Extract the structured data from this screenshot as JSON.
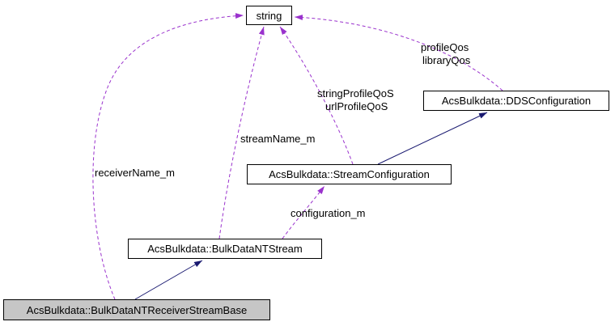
{
  "diagram": {
    "type": "collaboration-graph",
    "nodes": {
      "string_class": {
        "label": "string"
      },
      "dds_configuration": {
        "label": "AcsBulkdata::DDSConfiguration"
      },
      "stream_configuration": {
        "label": "AcsBulkdata::StreamConfiguration"
      },
      "bulk_data_nt_stream": {
        "label": "AcsBulkdata::BulkDataNTStream"
      },
      "bulk_data_nt_receiver_stream_base": {
        "label": "AcsBulkdata::BulkDataNTReceiverStreamBase"
      }
    },
    "edge_labels": {
      "profile_qos": "profileQos",
      "library_qos": "libraryQos",
      "string_profile_qos": "stringProfileQoS",
      "url_profile_qos": "urlProfileQoS",
      "stream_name": "streamName_m",
      "receiver_name": "receiverName_m",
      "configuration": "configuration_m"
    },
    "colors": {
      "usage_edge": "#9a32cd",
      "inheritance_edge": "#191970",
      "node_border": "#000000",
      "node_fill": "#ffffff",
      "selected_node_fill": "#c6c6c6",
      "text": "#000000",
      "background": "#ffffff"
    }
  }
}
